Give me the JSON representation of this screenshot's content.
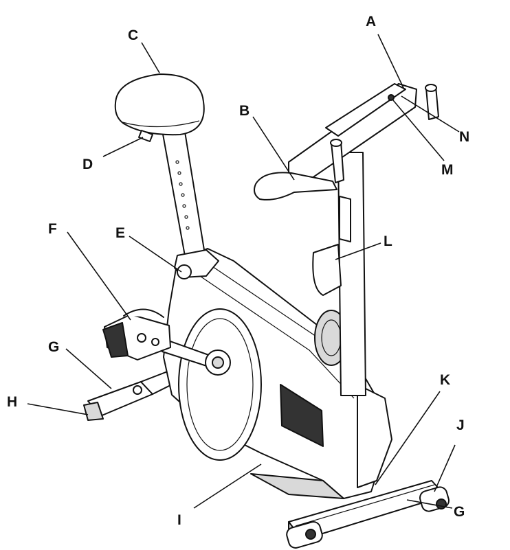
{
  "labels": {
    "A": "A",
    "B": "B",
    "C": "C",
    "D": "D",
    "E": "E",
    "F": "F",
    "G_rear": "G",
    "G_front": "G",
    "H": "H",
    "I": "I",
    "J": "J",
    "K": "K",
    "L": "L",
    "M": "M",
    "N": "N"
  }
}
